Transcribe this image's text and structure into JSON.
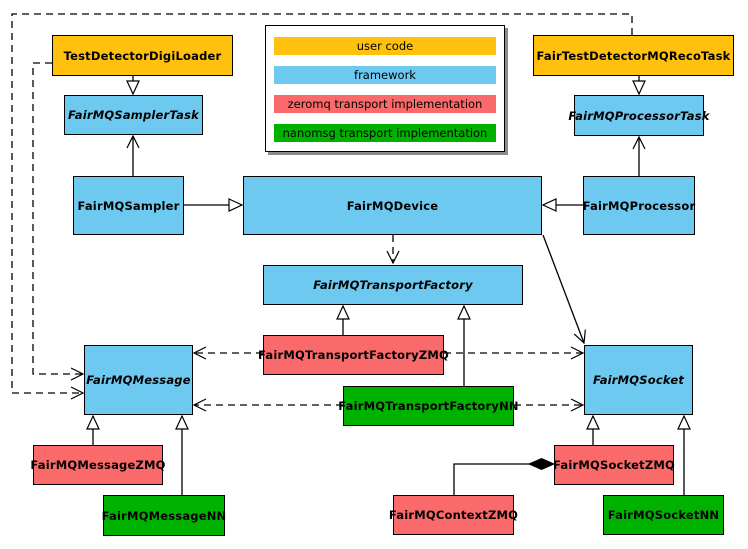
{
  "colors": {
    "user_code": "#FFC10D",
    "framework": "#6EC9F0",
    "zeromq": "#FA6A6A",
    "nanomsg": "#00B200",
    "edge": "#000000",
    "background": "#FFFFFF"
  },
  "legend": {
    "items": [
      {
        "label": "user code",
        "color": "#FFC10D"
      },
      {
        "label": "framework",
        "color": "#6EC9F0"
      },
      {
        "label": "zeromq transport implementation",
        "color": "#FA6A6A"
      },
      {
        "label": "nanomsg transport implementation",
        "color": "#00B200"
      }
    ]
  },
  "nodes": {
    "test_detector_digi_loader": {
      "label": "TestDetectorDigiLoader",
      "category": "user code",
      "abstract": false
    },
    "fair_test_detector_mq_reco_task": {
      "label": "FairTestDetectorMQRecoTask",
      "category": "user code",
      "abstract": false
    },
    "fair_mq_sampler_task": {
      "label": "FairMQSamplerTask",
      "category": "framework",
      "abstract": true
    },
    "fair_mq_processor_task": {
      "label": "FairMQProcessorTask",
      "category": "framework",
      "abstract": true
    },
    "fair_mq_sampler": {
      "label": "FairMQSampler",
      "category": "framework",
      "abstract": false
    },
    "fair_mq_device": {
      "label": "FairMQDevice",
      "category": "framework",
      "abstract": false
    },
    "fair_mq_processor": {
      "label": "FairMQProcessor",
      "category": "framework",
      "abstract": false
    },
    "fair_mq_transport_factory": {
      "label": "FairMQTransportFactory",
      "category": "framework",
      "abstract": true
    },
    "fair_mq_transport_factory_zmq": {
      "label": "FairMQTransportFactoryZMQ",
      "category": "zeromq transport implementation",
      "abstract": false
    },
    "fair_mq_transport_factory_nn": {
      "label": "FairMQTransportFactoryNN",
      "category": "nanomsg transport implementation",
      "abstract": false
    },
    "fair_mq_message": {
      "label": "FairMQMessage",
      "category": "framework",
      "abstract": true
    },
    "fair_mq_socket": {
      "label": "FairMQSocket",
      "category": "framework",
      "abstract": true
    },
    "fair_mq_message_zmq": {
      "label": "FairMQMessageZMQ",
      "category": "zeromq transport implementation",
      "abstract": false
    },
    "fair_mq_message_nn": {
      "label": "FairMQMessageNN",
      "category": "nanomsg transport implementation",
      "abstract": false
    },
    "fair_mq_socket_zmq": {
      "label": "FairMQSocketZMQ",
      "category": "zeromq transport implementation",
      "abstract": false
    },
    "fair_mq_socket_nn": {
      "label": "FairMQSocketNN",
      "category": "nanomsg transport implementation",
      "abstract": false
    },
    "fair_mq_context_zmq": {
      "label": "FairMQContextZMQ",
      "category": "zeromq transport implementation",
      "abstract": false
    }
  },
  "relationships": [
    {
      "from": "TestDetectorDigiLoader",
      "to": "FairMQSamplerTask",
      "type": "inheritance",
      "line": "solid",
      "arrowhead": "hollow-triangle"
    },
    {
      "from": "FairTestDetectorMQRecoTask",
      "to": "FairMQProcessorTask",
      "type": "inheritance",
      "line": "solid",
      "arrowhead": "hollow-triangle"
    },
    {
      "from": "FairMQSampler",
      "to": "FairMQDevice",
      "type": "inheritance",
      "line": "solid",
      "arrowhead": "hollow-triangle"
    },
    {
      "from": "FairMQProcessor",
      "to": "FairMQDevice",
      "type": "inheritance",
      "line": "solid",
      "arrowhead": "hollow-triangle"
    },
    {
      "from": "FairMQTransportFactoryZMQ",
      "to": "FairMQTransportFactory",
      "type": "inheritance",
      "line": "solid",
      "arrowhead": "hollow-triangle"
    },
    {
      "from": "FairMQTransportFactoryNN",
      "to": "FairMQTransportFactory",
      "type": "inheritance",
      "line": "solid",
      "arrowhead": "hollow-triangle"
    },
    {
      "from": "FairMQMessageZMQ",
      "to": "FairMQMessage",
      "type": "inheritance",
      "line": "solid",
      "arrowhead": "hollow-triangle"
    },
    {
      "from": "FairMQMessageNN",
      "to": "FairMQMessage",
      "type": "inheritance",
      "line": "solid",
      "arrowhead": "hollow-triangle"
    },
    {
      "from": "FairMQSocketZMQ",
      "to": "FairMQSocket",
      "type": "inheritance",
      "line": "solid",
      "arrowhead": "hollow-triangle"
    },
    {
      "from": "FairMQSocketNN",
      "to": "FairMQSocket",
      "type": "inheritance",
      "line": "solid",
      "arrowhead": "hollow-triangle"
    },
    {
      "from": "FairMQSampler",
      "to": "FairMQSamplerTask",
      "type": "association",
      "line": "solid",
      "arrowhead": "open-vee"
    },
    {
      "from": "FairMQProcessor",
      "to": "FairMQProcessorTask",
      "type": "association",
      "line": "solid",
      "arrowhead": "open-vee"
    },
    {
      "from": "FairMQDevice",
      "to": "FairMQSocket",
      "type": "association",
      "line": "solid",
      "arrowhead": "open-vee"
    },
    {
      "from": "FairMQDevice",
      "to": "FairMQTransportFactory",
      "type": "dependency",
      "line": "dashed",
      "arrowhead": "open-vee"
    },
    {
      "from": "FairMQTransportFactoryZMQ",
      "to": "FairMQMessage",
      "type": "dependency",
      "line": "dashed",
      "arrowhead": "open-vee"
    },
    {
      "from": "FairMQTransportFactoryZMQ",
      "to": "FairMQSocket",
      "type": "dependency",
      "line": "dashed",
      "arrowhead": "open-vee"
    },
    {
      "from": "FairMQTransportFactoryNN",
      "to": "FairMQMessage",
      "type": "dependency",
      "line": "dashed",
      "arrowhead": "open-vee"
    },
    {
      "from": "FairMQTransportFactoryNN",
      "to": "FairMQSocket",
      "type": "dependency",
      "line": "dashed",
      "arrowhead": "open-vee"
    },
    {
      "from": "TestDetectorDigiLoader",
      "to": "FairMQMessage",
      "type": "dependency",
      "line": "dashed",
      "arrowhead": "open-vee"
    },
    {
      "from": "FairTestDetectorMQRecoTask",
      "to": "FairMQMessage",
      "type": "dependency",
      "line": "dashed",
      "arrowhead": "open-vee"
    },
    {
      "from": "FairMQContextZMQ",
      "to": "FairMQSocketZMQ",
      "type": "composition",
      "line": "solid",
      "arrowhead": "filled-diamond"
    }
  ]
}
